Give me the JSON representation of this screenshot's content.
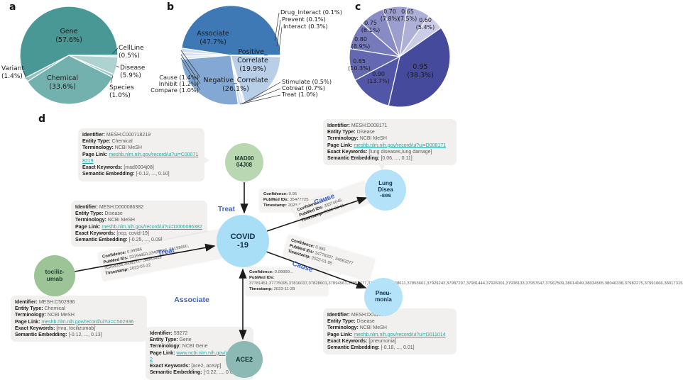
{
  "panel_letters": [
    "a",
    "b",
    "c",
    "d"
  ],
  "colors": {
    "edge_label_blue": "#3e63cc",
    "info_box_bg": "#f1f0ee",
    "link_teal": "#2aa39e",
    "edge_black": "#1a1a1a"
  },
  "chart_data": [
    {
      "type": "pie",
      "panel": "a",
      "title": "",
      "start_angle": 0,
      "direction": "ccw",
      "slices": [
        {
          "name": "Gene",
          "value": 57.6,
          "color": "#4a9895",
          "label_lines": [
            "Gene",
            "(57.6%)"
          ]
        },
        {
          "name": "Variant",
          "value": 1.4,
          "color": "#8fc2bf",
          "label_lines": [
            "Variant",
            "(1.4%)"
          ]
        },
        {
          "name": "Chemical",
          "value": 33.6,
          "color": "#72b1ae",
          "label_lines": [
            "Chemical",
            "(33.6%)"
          ]
        },
        {
          "name": "Species",
          "value": 1.0,
          "color": "#9fcac7",
          "label_lines": [
            "Species",
            "(1.0%)"
          ]
        },
        {
          "name": "Disease",
          "value": 5.9,
          "color": "#aed2d0",
          "label_lines": [
            "Disease",
            "(5.9%)"
          ]
        },
        {
          "name": "CellLine",
          "value": 0.5,
          "color": "#c6dedd",
          "label_lines": [
            "CellLine",
            "(0.5%)"
          ]
        }
      ]
    },
    {
      "type": "pie",
      "panel": "b",
      "title": "",
      "start_angle": 0,
      "direction": "ccw",
      "slices": [
        {
          "name": "Associate",
          "value": 47.7,
          "color": "#3e78b5",
          "label_lines": [
            "Associate",
            "(47.7%)"
          ]
        },
        {
          "name": "Cause",
          "value": 1.4,
          "color": "#cddcee",
          "label_lines": [
            "Cause (1.4%)"
          ]
        },
        {
          "name": "Inhibit",
          "value": 1.2,
          "color": "#d5e1f0",
          "label_lines": [
            "Inhibit (1.2%)"
          ]
        },
        {
          "name": "Compare",
          "value": 1.0,
          "color": "#dde7f3",
          "label_lines": [
            "Compare (1.0%)"
          ]
        },
        {
          "name": "Negative_Correlate",
          "value": 26.1,
          "color": "#82a8d3",
          "label_lines": [
            "Negative_Correlate",
            "(26.1%)"
          ]
        },
        {
          "name": "Treat",
          "value": 1.0,
          "color": "#cfdeef",
          "label_lines": [
            "Treat (1.0%)"
          ]
        },
        {
          "name": "Cotreat",
          "value": 0.7,
          "color": "#d8e3f1",
          "label_lines": [
            "Cotreat (0.7%)"
          ]
        },
        {
          "name": "Stimulate",
          "value": 0.5,
          "color": "#e0e9f4",
          "label_lines": [
            "Stimulate (0.5%)"
          ]
        },
        {
          "name": "Positive_Correlate",
          "value": 19.9,
          "color": "#b9cee7",
          "label_lines": [
            "Positive_",
            "Correlate",
            "(19.9%)"
          ]
        },
        {
          "name": "Interact",
          "value": 0.3,
          "color": "#e6edf7",
          "label_lines": [
            "Interact (0.3%)"
          ]
        },
        {
          "name": "Prevent",
          "value": 0.1,
          "color": "#ecf1f9",
          "label_lines": [
            "Prevent (0.1%)"
          ]
        },
        {
          "name": "Drug_Interact",
          "value": 0.1,
          "color": "#f1f5fb",
          "label_lines": [
            "Drug_Interact (0.1%)"
          ]
        }
      ]
    },
    {
      "type": "pie",
      "panel": "c",
      "title": "",
      "start_angle": 35,
      "direction": "ccw",
      "slices": [
        {
          "name": "0.60",
          "value": 5.4,
          "color": "#cbcce8",
          "label_lines": [
            "0.60",
            "(5.4%)"
          ]
        },
        {
          "name": "0.65",
          "value": 7.5,
          "color": "#aeb0d8",
          "label_lines": [
            "0.65",
            "(7.5%)"
          ]
        },
        {
          "name": "0.70",
          "value": 7.8,
          "color": "#9b9ece",
          "label_lines": [
            "0.70",
            "(7.8%)"
          ]
        },
        {
          "name": "0.75",
          "value": 8.1,
          "color": "#898cc4",
          "label_lines": [
            "0.75",
            "(8.1%)"
          ]
        },
        {
          "name": "0.80",
          "value": 8.9,
          "color": "#7679ba",
          "label_lines": [
            "0.80",
            "(8.9%)"
          ]
        },
        {
          "name": "0.85",
          "value": 10.3,
          "color": "#6468b0",
          "label_lines": [
            "0.85",
            "(10.3%)"
          ]
        },
        {
          "name": "0.90",
          "value": 13.7,
          "color": "#5157a6",
          "label_lines": [
            "0.90",
            "(13.7%)"
          ]
        },
        {
          "name": "0.95",
          "value": 38.3,
          "color": "#454a9c",
          "label_lines": [
            "0.95",
            "(38.3%)"
          ]
        }
      ]
    }
  ],
  "graph": {
    "nodes": [
      {
        "id": "mad",
        "lines": [
          "MAD00",
          "04J08"
        ],
        "color": "#b9d7b1",
        "text_color": "#1c3a2e"
      },
      {
        "id": "covid",
        "lines": [
          "COVID",
          "-19"
        ],
        "color": "#a9def7",
        "text_color": "#0f2d44"
      },
      {
        "id": "toci",
        "lines": [
          "tociliz-",
          "umab"
        ],
        "color": "#9cc496",
        "text_color": "#1c3a2e"
      },
      {
        "id": "lung",
        "lines": [
          "Lung",
          "Disea",
          "-ses"
        ],
        "color": "#b4e3f9",
        "text_color": "#0f2d44"
      },
      {
        "id": "pneu",
        "lines": [
          "Pneu-",
          "monia"
        ],
        "color": "#b4e3f9",
        "text_color": "#0f2d44"
      },
      {
        "id": "ace2",
        "lines": [
          "ACE2"
        ],
        "color": "#8db9b4",
        "text_color": "#0f2d33"
      }
    ],
    "edges": [
      {
        "id": "treat-mad",
        "from": "MAD0004J08",
        "to": "COVID-19",
        "label": "Treat"
      },
      {
        "id": "cause-lung",
        "from": "COVID-19",
        "to": "Lung Diseases",
        "label": "Cause"
      },
      {
        "id": "treat-toci",
        "from": "tocilizumab",
        "to": "COVID-19",
        "label": "Treat"
      },
      {
        "id": "associate",
        "from": "COVID-19",
        "to": "ACE2",
        "label": "Associate"
      },
      {
        "id": "cause-pneu",
        "from": "COVID-19",
        "to": "Pneumonia",
        "label": "Cause"
      }
    ],
    "edge_boxes": [
      {
        "id": "e-mad",
        "rows": [
          [
            "Confidence",
            "0.95"
          ],
          [
            "PubMed IDs",
            "35477725"
          ],
          [
            "Timestamp",
            "2023-04-27"
          ]
        ]
      },
      {
        "id": "e-lung",
        "rows": [
          [
            "Confidence",
            "0.85"
          ],
          [
            "PubMed IDs",
            "33574045"
          ],
          [
            "Timestamp",
            "2021-02-11"
          ]
        ]
      },
      {
        "id": "e-toci",
        "rows": [
          [
            "Confidence",
            "0.99986"
          ],
          [
            "PubMed IDs",
            "33194450,33499687, 34198000, 35268338,35081417,36983429"
          ],
          [
            "Timestamp",
            "2023-03-22"
          ]
        ]
      },
      {
        "id": "e-assoc",
        "rows": [
          [
            "Confidence",
            "0.99999..."
          ],
          [
            "PubMed IDs",
            "37781451,37775095,37816037,37828601,37894561,37852477,37847479,37848611,37853601,37929242,37987297,37981444,37926001,37938133,37957647,37967509,38014049,38034565,38046338,37982275,37991066,38017315"
          ],
          [
            "Timestamp",
            "2023-11-28"
          ]
        ]
      },
      {
        "id": "e-pneu",
        "rows": [
          [
            "Confidence",
            "0.985"
          ],
          [
            "PubMed IDs",
            "34778307, 34693277"
          ],
          [
            "Timestamp",
            "2022-01-05"
          ]
        ]
      }
    ],
    "info_boxes": [
      {
        "id": "box-mad",
        "rows": [
          [
            "Identifier",
            "MESH:C000718219",
            false
          ],
          [
            "Entity Type",
            "Chemical",
            false
          ],
          [
            "Terminology",
            "NCBI MeSH",
            false
          ],
          [
            "Page Link",
            "meshb.nlm.nih.gov/record/ui?ui=C000718219",
            true
          ],
          [
            "Exact Keywords",
            "[mad0004j08]",
            false
          ],
          [
            "Semantic Embedding",
            "[-0.12, ..., 0.10]",
            false
          ]
        ]
      },
      {
        "id": "box-lung",
        "rows": [
          [
            "Identifier",
            "MESH:D008171",
            false
          ],
          [
            "Entity Type",
            "Disease",
            false
          ],
          [
            "Terminology",
            "NCBI MeSH",
            false
          ],
          [
            "Page Link",
            "meshb.nlm.nih.gov/record/ui?ui=D008171",
            true
          ],
          [
            "Exact Keywords",
            "[lung diseases,lung damage]",
            false
          ],
          [
            "Semantic Embedding",
            "[0.06, ..., 0.11]",
            false
          ]
        ]
      },
      {
        "id": "box-covid",
        "rows": [
          [
            "Identifier",
            "MESH:D000086382",
            false
          ],
          [
            "Entity Type",
            "Disease",
            false
          ],
          [
            "Terminology",
            "NCBI MeSH",
            false
          ],
          [
            "Page Link",
            "meshb.nlm.nih.gov/record/ui?ui=D000086382",
            true
          ],
          [
            "Exact Keywords",
            "[ncp, covid-19]",
            false
          ],
          [
            "Semantic Embedding",
            "[-0.25, ..., 0.09]",
            false
          ]
        ]
      },
      {
        "id": "box-toci",
        "rows": [
          [
            "Identifier",
            "MESH:C502936",
            false
          ],
          [
            "Entity Type",
            "Chemical",
            false
          ],
          [
            "Terminology",
            "NCBI MeSH",
            false
          ],
          [
            "Page Link",
            "meshb.nlm.nih.gov/record/ui?ui=C502936",
            true
          ],
          [
            "Exact Keywords",
            "[mra, tocilizumab]",
            false
          ],
          [
            "Semantic Embedding",
            "[-0.12, ..., 0.13]",
            false
          ]
        ]
      },
      {
        "id": "box-ace2",
        "rows": [
          [
            "Identifier",
            "59272",
            false
          ],
          [
            "Entity Type",
            "Gene",
            false
          ],
          [
            "Terminology",
            "NCBI Gene",
            false
          ],
          [
            "Page Link",
            "www.ncbi.nlm.nih.gov/gene/59272",
            true
          ],
          [
            "Exact Keywords",
            "[ace2, ace2p]",
            false
          ],
          [
            "Semantic Embedding",
            "[-0.22, ..., 0.09]",
            false
          ]
        ]
      },
      {
        "id": "box-pneu",
        "rows": [
          [
            "Identifier",
            "MESH:D011014",
            false
          ],
          [
            "Entity Type",
            "Disease",
            false
          ],
          [
            "Terminology",
            "NCBI MeSH",
            false
          ],
          [
            "Page Link",
            "meshb.nlm.nih.gov/record/ui?ui=D011014",
            true
          ],
          [
            "Exact Keywords",
            "[pneumonia]",
            false
          ],
          [
            "Semantic Embedding",
            "[-0.18, ..., 0.01]",
            false
          ]
        ]
      }
    ]
  }
}
